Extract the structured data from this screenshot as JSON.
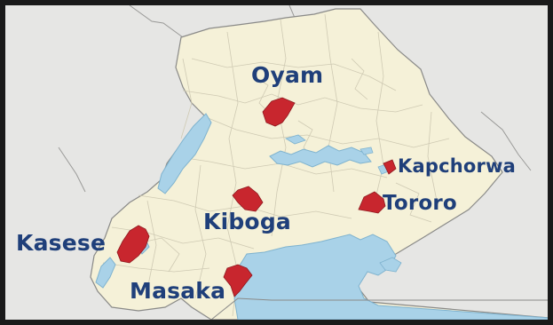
{
  "map": {
    "districts": [
      {
        "id": "oyam",
        "name": "Oyam"
      },
      {
        "id": "kapchorwa",
        "name": "Kapchorwa"
      },
      {
        "id": "tororo",
        "name": "Tororo"
      },
      {
        "id": "kiboga",
        "name": "Kiboga"
      },
      {
        "id": "kasese",
        "name": "Kasese"
      },
      {
        "id": "masaka",
        "name": "Masaka"
      }
    ],
    "colors": {
      "land": "#f5f1d8",
      "outside": "#e6e6e4",
      "water": "#a9d2e8",
      "highlight": "#c8262e",
      "label": "#1f3f7a",
      "border": "#8a8a88",
      "subdivision": "#c9c5b0"
    }
  }
}
